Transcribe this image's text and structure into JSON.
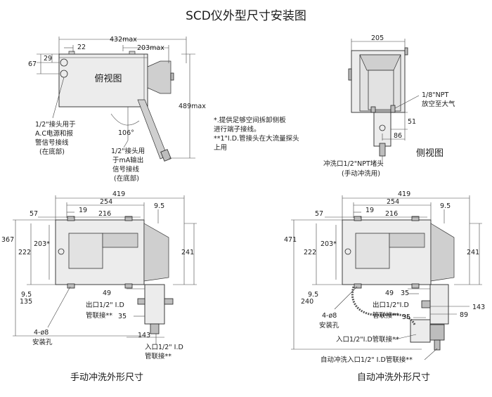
{
  "title": "SCD仪外型尺寸安装图",
  "top_view": {
    "label": "俯视图",
    "dims": {
      "w432": "432max",
      "w22": "22",
      "w203": "203max",
      "h29": "29",
      "h67": "67",
      "h489": "489max",
      "ang": "106°"
    },
    "note_ac": [
      "1/2\"接头用于",
      "A.C电源和报",
      "警信号接线",
      "(在底部)"
    ],
    "note_ma": [
      "1/2\"接头用",
      "于mA输出",
      "信号接线",
      "(在底部)"
    ]
  },
  "notes": [
    "*.提供足够空间拆卸侧板",
    "  进行端子接线。",
    "**1\"I.D.管接头在大流量探头",
    "  上用"
  ],
  "side_view": {
    "label": "侧视图",
    "dims": {
      "w205": "205",
      "h51": "51",
      "w86": "86"
    },
    "npt_note": [
      "1/8\"NPT",
      "放空至大气"
    ],
    "wash_note": [
      "冲洗口1/2\"NPT堵头",
      "(手动冲洗用)"
    ]
  },
  "manual_view": {
    "caption": "手动冲洗外形尺寸",
    "dims": {
      "w419": "419",
      "w254": "254",
      "w57": "57",
      "w19": "19",
      "w216": "216",
      "w95": "9.5",
      "h367": "367",
      "h222": "222",
      "h203": "203*",
      "h241": "241",
      "h95b": "9.5",
      "h135": "135",
      "w49": "49",
      "w35": "35",
      "w143": "143"
    },
    "outlet": [
      "出口1/2\" I.D",
      "管联接**"
    ],
    "holes": [
      "4-ø8",
      "安装孔"
    ],
    "inlet": [
      "入口1/2\" I.D",
      "管联接**"
    ]
  },
  "auto_view": {
    "caption": "自动冲洗外形尺寸",
    "dims": {
      "w419": "419",
      "w254": "254",
      "w57": "57",
      "w19": "19",
      "w216": "216",
      "w95": "9.5",
      "h471": "471",
      "h222": "222",
      "h203": "203*",
      "h241": "241",
      "h95b": "9.5",
      "h240": "240",
      "w49": "49",
      "w35": "35",
      "w35b": "35",
      "w143": "143",
      "w89": "89"
    },
    "outlet": [
      "出口1/2\"I.D",
      "管联接**"
    ],
    "holes": [
      "4-ø8",
      "安装孔"
    ],
    "inlet": [
      "入口1/2\"I.D管联接**"
    ],
    "wash_inlet": [
      "自动冲洗入口1/2\" I.D管联接**"
    ]
  }
}
